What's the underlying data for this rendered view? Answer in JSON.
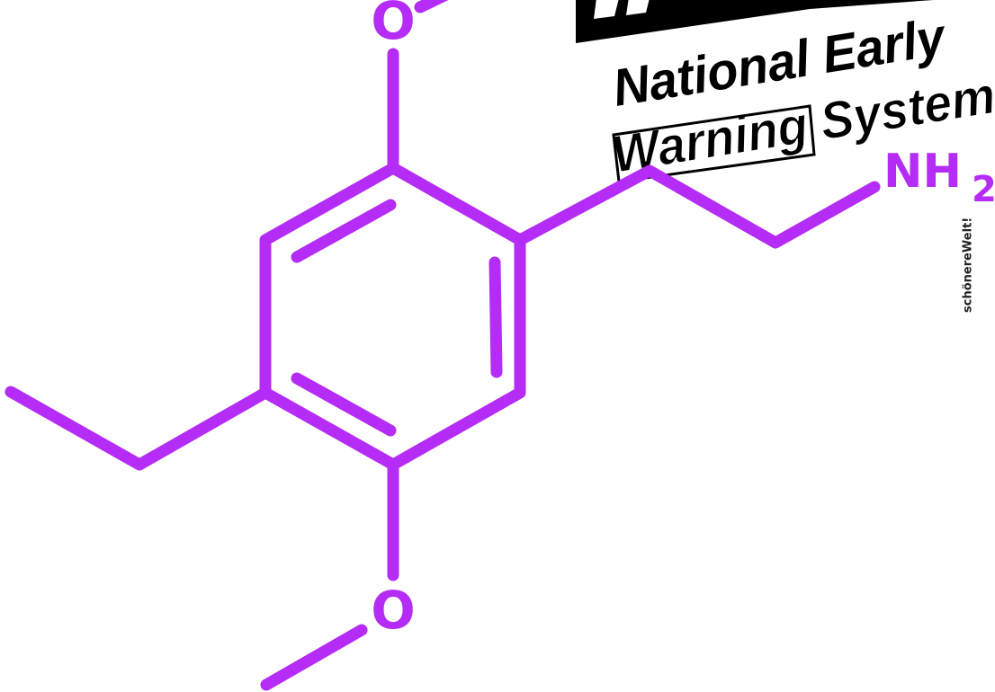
{
  "branding": {
    "line1": "National Early",
    "line2": "Warning System",
    "credit": "schönereWelt!"
  },
  "molecule": {
    "atoms": {
      "oxygen_top": "O",
      "oxygen_bottom": "O",
      "amine": "NH",
      "amine_subscript": "2"
    }
  },
  "colors": {
    "molecule": "#b42cf5",
    "brand_text": "#000000",
    "brand_outline": "#000000",
    "background": "#ffffff"
  }
}
